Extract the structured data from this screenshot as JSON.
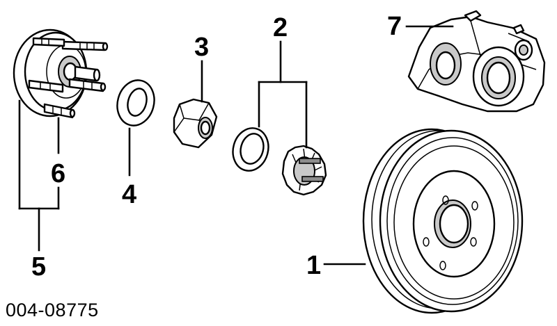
{
  "diagram": {
    "document_id": "004-08775",
    "callouts": [
      {
        "key": "rotor",
        "number": "1"
      },
      {
        "key": "washer_seal",
        "number": "2"
      },
      {
        "key": "nut",
        "number": "3"
      },
      {
        "key": "washer",
        "number": "4"
      },
      {
        "key": "hub_assembly",
        "number": "5"
      },
      {
        "key": "stud",
        "number": "6"
      },
      {
        "key": "caliper",
        "number": "7"
      }
    ]
  },
  "colors": {
    "ink": "#000000",
    "background": "#ffffff",
    "shade": "#c9c9c9"
  }
}
